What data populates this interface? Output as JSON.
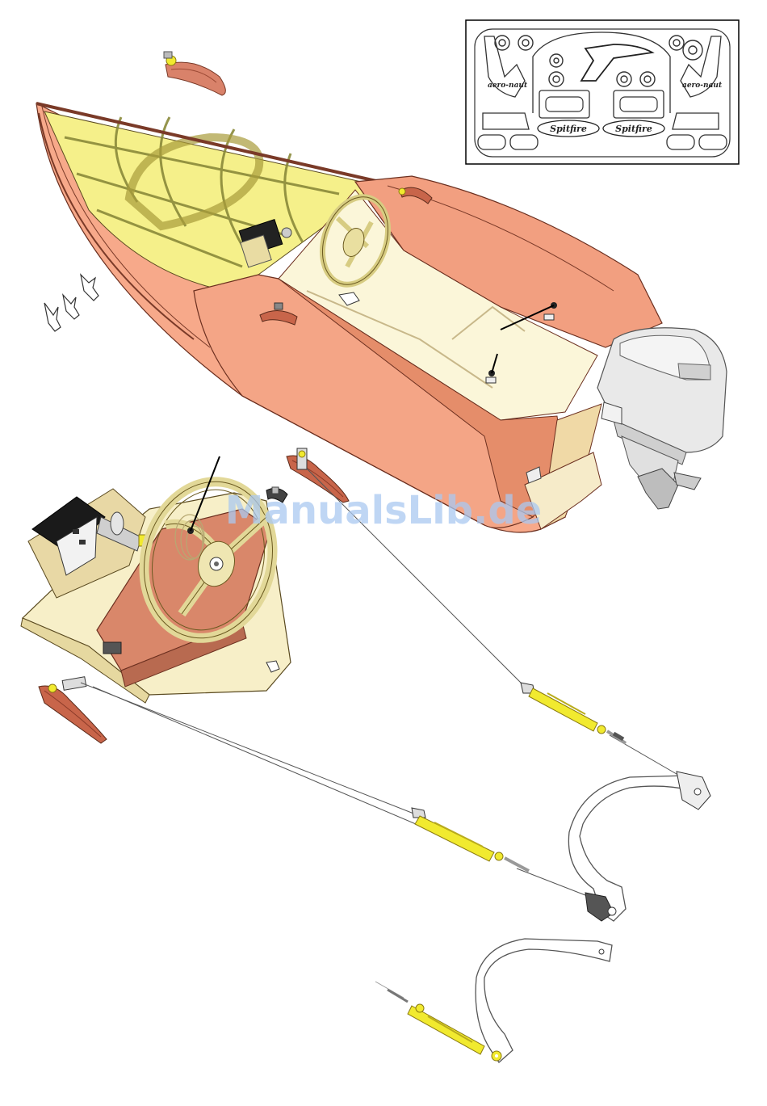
{
  "inset": {
    "badge_left": "Spitfire",
    "badge_right": "Spitfire",
    "maker_logo_left": "aero-naut",
    "maker_logo_right": "aero-naut"
  },
  "watermark": "ManualsLib.de",
  "colors": {
    "hull_salmon": "#f2a07f",
    "hull_dark": "#c8654a",
    "plywood": "#f7f1c4",
    "interior": "#f3f28e",
    "motor": "#e8e8e8",
    "brass": "#f1ea2f",
    "watermark": "#aac8f0"
  }
}
